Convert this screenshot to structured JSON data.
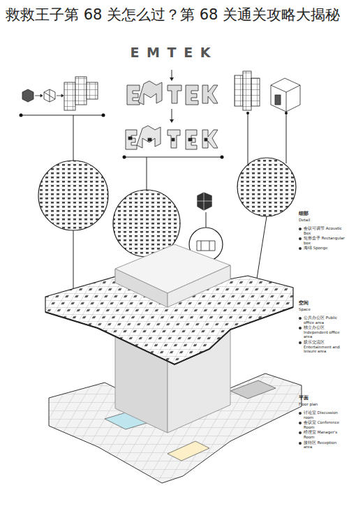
{
  "diagram": {
    "title": "救救王子第 68 关怎么过？第 68 关通关攻略大揭秘",
    "labels": [
      "E M T E K",
      "细部",
      "Detail",
      "空间",
      "Space",
      "平面",
      "Floor plan"
    ],
    "legend": [
      {
        "text": "会议可调节 Acoustic Box",
        "color": "#333333"
      },
      {
        "text": "矩形盒子 Rectangular box",
        "color": "#333333"
      },
      {
        "text": "海绵 Sponge",
        "color": "#333333"
      },
      {
        "text": "公共办公区 Public office area",
        "color": "#333333"
      },
      {
        "text": "独立办公区 Independent office area",
        "color": "#333333"
      },
      {
        "text": "娱乐交流区 Entertainment and leisure area",
        "color": "#333333"
      },
      {
        "text": "讨论室 Discussion room",
        "color": "#333333"
      },
      {
        "text": "会议室 Conference Room",
        "color": "#333333"
      },
      {
        "text": "经理室 Manager's Room",
        "color": "#333333"
      },
      {
        "text": "接待区 Reception area",
        "color": "#333333"
      }
    ]
  }
}
